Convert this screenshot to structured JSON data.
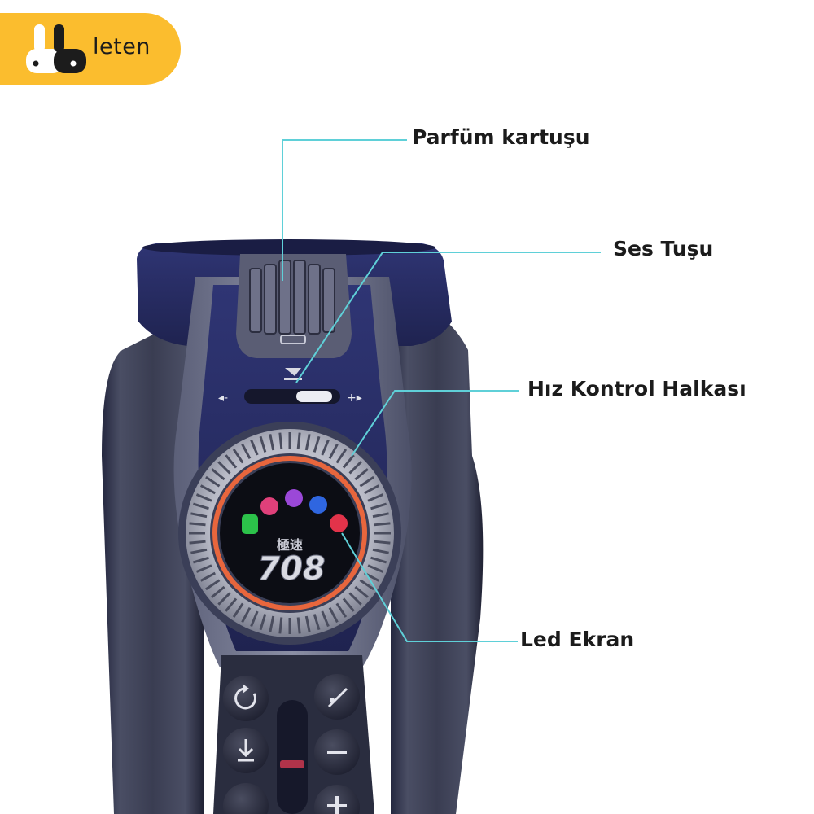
{
  "brand": {
    "name": "leten",
    "color": "#fbbd2e"
  },
  "callouts": [
    {
      "label": "Parfüm kartuşu"
    },
    {
      "label": "Ses Tuşu"
    },
    {
      "label": "Hız Kontrol Halkası"
    },
    {
      "label": "Led Ekran"
    }
  ],
  "device": {
    "screen_text": "708",
    "screen_subtext": "極速",
    "volume_down_symbol": "◂-",
    "volume_up_symbol": "+▸",
    "body_color": "#2b2f66",
    "ring_color": "#e8663d",
    "leader_color": "#5fd0d8"
  }
}
